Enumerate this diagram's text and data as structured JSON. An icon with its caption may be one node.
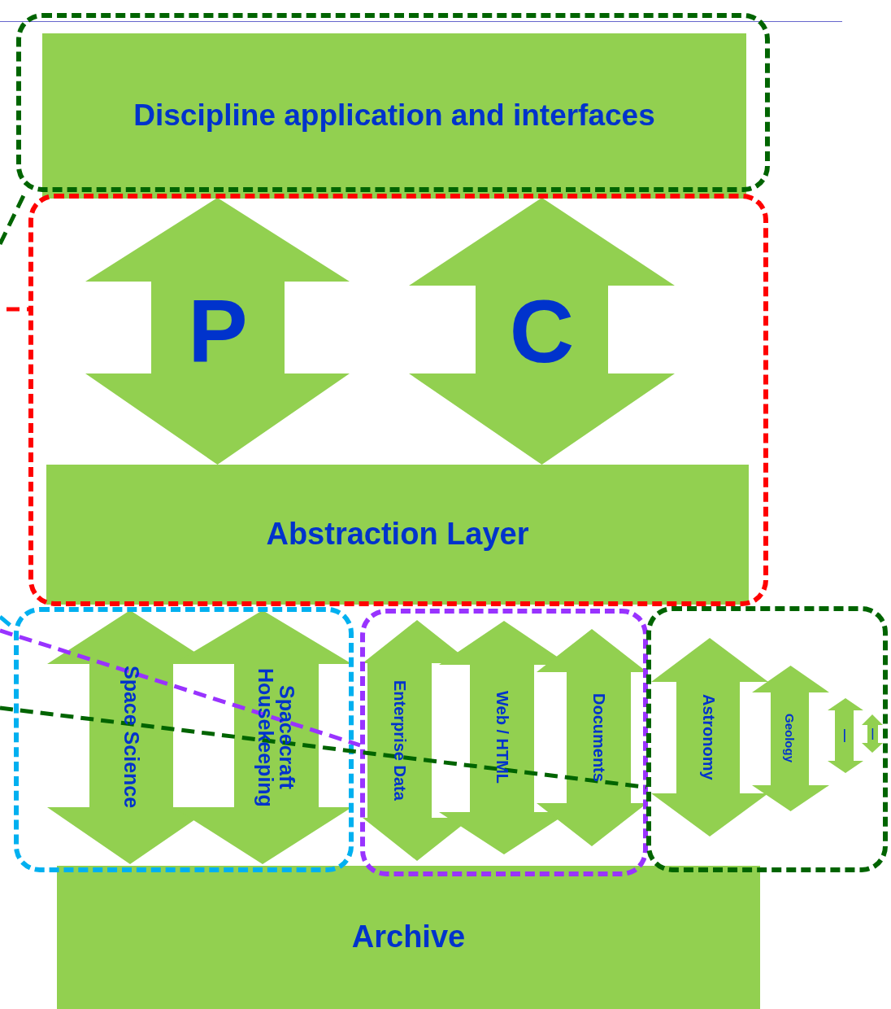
{
  "diagram": {
    "nodes": [
      {
        "text": [],
        "shape": "box"
      },
      {
        "text": [
          "Discipline application and interfaces"
        ],
        "in": 0
      },
      {
        "text": [],
        "shape": "box"
      },
      {
        "text": [
          "P"
        ],
        "in": 2
      },
      {
        "text": [
          "C"
        ],
        "in": 2
      },
      {
        "text": [
          "Abstraction Layer"
        ],
        "in": 2
      },
      {
        "text": [],
        "shape": "box"
      },
      {
        "text": [
          "Space Science"
        ],
        "in": 6
      },
      {
        "text": [
          "Spacecraft Housekeeping"
        ],
        "in": 6
      },
      {
        "text": [],
        "shape": "box"
      },
      {
        "text": [
          "Enterprise Data"
        ],
        "in": 9
      },
      {
        "text": [
          "Web / HTML"
        ],
        "in": 9
      },
      {
        "text": [
          "Documents"
        ],
        "in": 9
      },
      {
        "text": [],
        "shape": "box"
      },
      {
        "text": [
          "Astronomy"
        ],
        "in": 13
      },
      {
        "text": [
          "Geology"
        ],
        "in": 13
      },
      {
        "text": [
          "—"
        ],
        "in": 13
      },
      {
        "text": [
          "—"
        ],
        "in": 13
      },
      {
        "text": [
          "Archive"
        ]
      }
    ],
    "edges": [
      {
        "from": null,
        "to": 0,
        "arrow": "none",
        "style": "dashed",
        "color": "#006400"
      },
      {
        "from": null,
        "to": 2,
        "arrow": "none",
        "style": "dashed",
        "color": "#ff0000"
      },
      {
        "from": null,
        "to": 6,
        "arrow": "none",
        "style": "dashed",
        "color": "#00b0f0"
      },
      {
        "from": null,
        "to": 9,
        "arrow": "none",
        "style": "dashed",
        "color": "#9933ff"
      },
      {
        "from": null,
        "to": 13,
        "arrow": "none",
        "style": "dashed",
        "color": "#006400"
      }
    ]
  }
}
